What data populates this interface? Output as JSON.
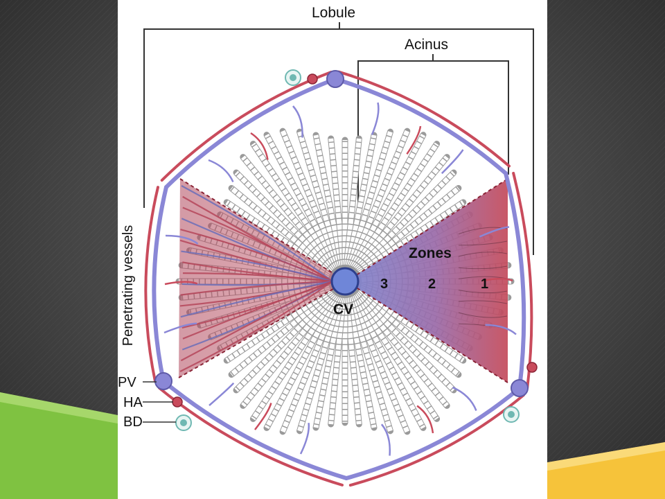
{
  "slide": {
    "background_color": "#4a4a4a",
    "accent_green": "#7fc241",
    "accent_yellow": "#f6c33a"
  },
  "figure": {
    "labels": {
      "lobule": "Lobule",
      "acinus": "Acinus",
      "zones": "Zones",
      "zone_3": "3",
      "zone_2": "2",
      "zone_1": "1",
      "central_vein": "CV",
      "portal_vein": "PV",
      "hepatic_artery": "HA",
      "bile_duct": "BD",
      "penetrating_vessels": "Penetrating vessels"
    },
    "colors": {
      "portal_vein": "#8a87d6",
      "hepatic_artery": "#c94b5c",
      "bile_duct": "#6fb8b2",
      "sinusoid_blue": "#6b6fb8",
      "sinusoid_red": "#b5475a",
      "zone_gradient_start": "#7e86d0",
      "zone_gradient_end": "#c44a5a",
      "line": "#333333"
    }
  }
}
